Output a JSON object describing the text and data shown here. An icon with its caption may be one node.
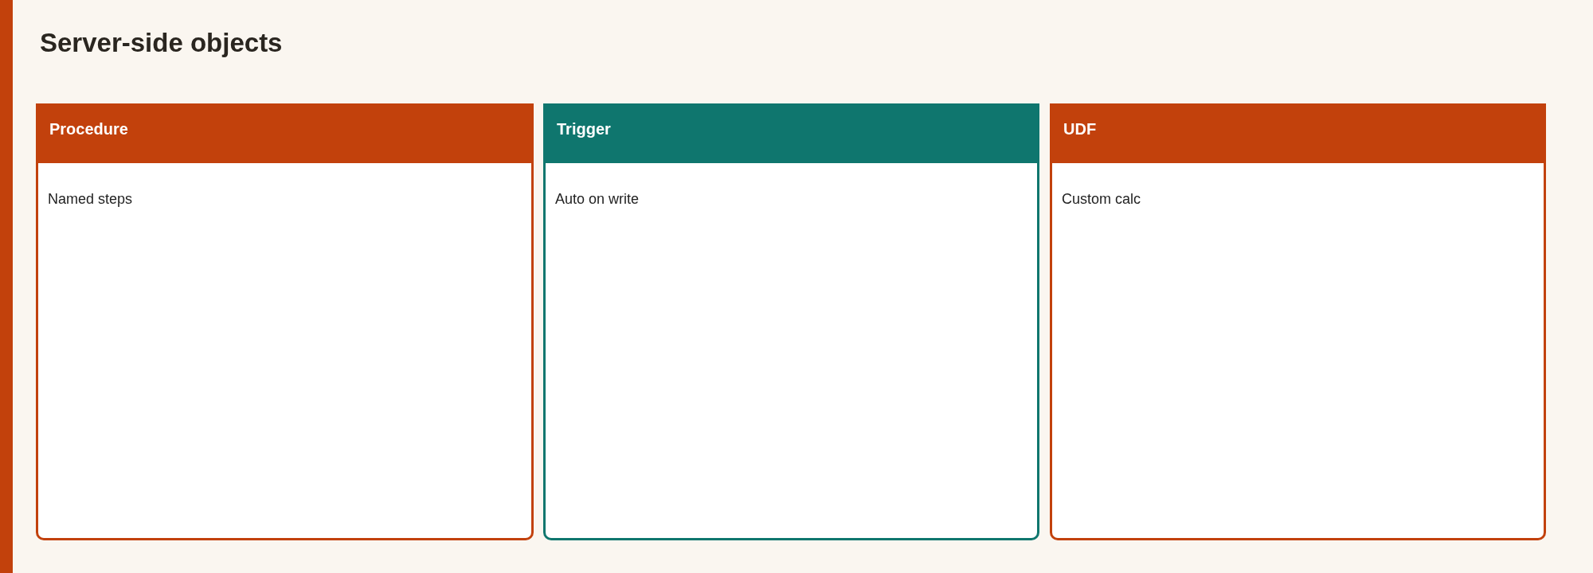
{
  "diagram": {
    "title": "Server-side objects",
    "nodes": [
      {
        "text": [
          "Procedure",
          "Named steps"
        ]
      },
      {
        "text": [
          "Trigger",
          "Auto on write"
        ]
      },
      {
        "text": [
          "UDF",
          "Custom calc"
        ]
      }
    ]
  }
}
